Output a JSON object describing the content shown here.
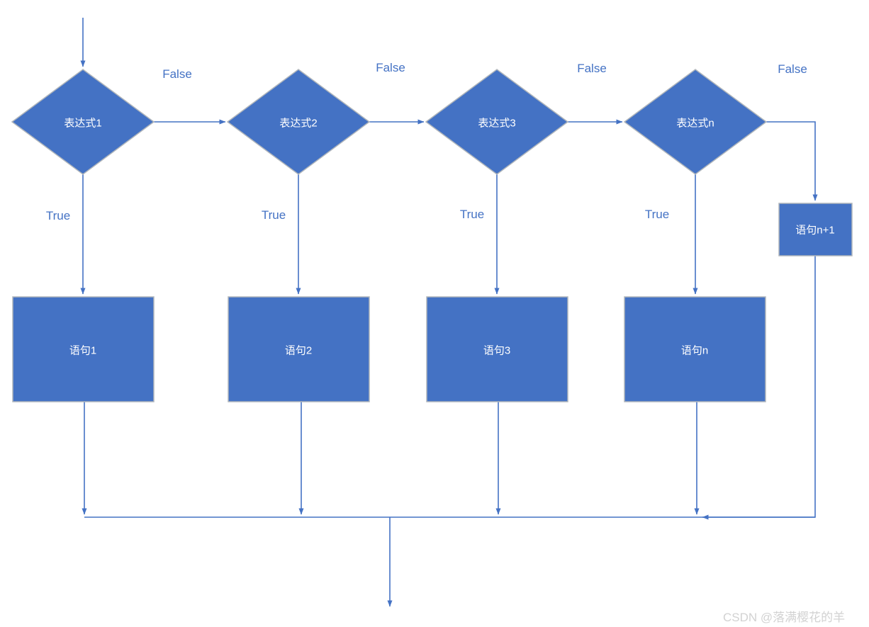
{
  "diagram": {
    "type": "flowchart",
    "colors": {
      "shape_fill": "#4472c4",
      "shape_border": "#b0b6bc",
      "connector": "#4472c4",
      "shape_text": "#ffffff",
      "edge_label_text": "#4472c4",
      "watermark_text": "#d2d2d2"
    },
    "decisions": [
      {
        "label": "表达式1"
      },
      {
        "label": "表达式2"
      },
      {
        "label": "表达式3"
      },
      {
        "label": "表达式n"
      }
    ],
    "processes": [
      {
        "label": "语句1"
      },
      {
        "label": "语句2"
      },
      {
        "label": "语句3"
      },
      {
        "label": "语句n"
      },
      {
        "label": "语句n+1"
      }
    ],
    "edges": {
      "false_labels": [
        "False",
        "False",
        "False",
        "False"
      ],
      "true_labels": [
        "True",
        "True",
        "True",
        "True"
      ]
    },
    "watermark": "CSDN @落满樱花的羊"
  }
}
